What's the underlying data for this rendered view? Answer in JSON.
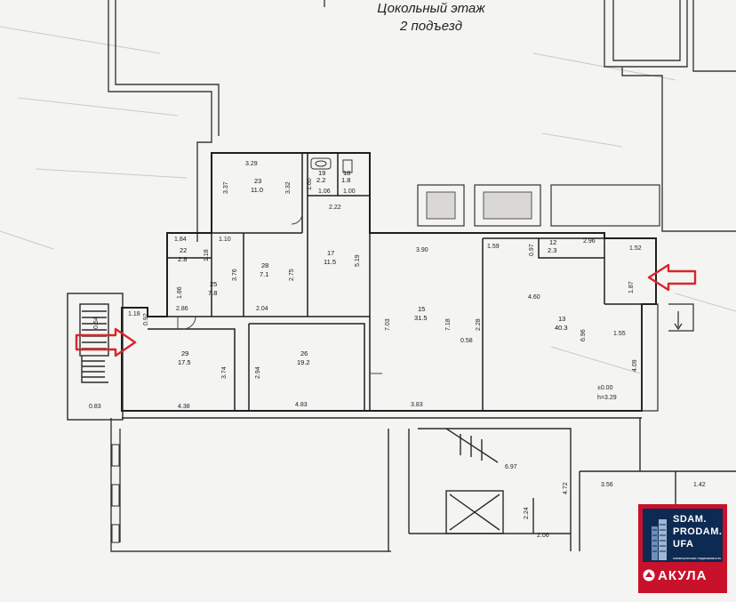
{
  "header": {
    "floor_title": "Цокольный этаж",
    "entrance": "2 подъезд"
  },
  "rooms": [
    {
      "num": "23",
      "area": "11.0"
    },
    {
      "num": "19",
      "area": "2.2"
    },
    {
      "num": "18",
      "area": "1.8"
    },
    {
      "num": "22",
      "area": "2.8"
    },
    {
      "num": "25",
      "area": "7.8"
    },
    {
      "num": "28",
      "area": "7.1"
    },
    {
      "num": "17",
      "area": "11.5"
    },
    {
      "num": "15",
      "area": "31.5"
    },
    {
      "num": "12",
      "area": "2.3"
    },
    {
      "num": "13",
      "area": "40.3"
    },
    {
      "num": "29",
      "area": "17.5"
    },
    {
      "num": "26",
      "area": "19.2"
    }
  ],
  "dimensions": [
    "3.29",
    "3.37",
    "3.32",
    "1.60",
    "1.06",
    "1.00",
    "2.22",
    "1.84",
    "1.10",
    "1.18",
    "3.76",
    "2.75",
    "5.19",
    "1.86",
    "2.86",
    "2.04",
    "3.90",
    "1.59",
    "0.97",
    "2.96",
    "1.52",
    "1.87",
    "1.18",
    "0.92",
    "7.03",
    "7.18",
    "2.28",
    "0.58",
    "4.60",
    "6.96",
    "1.55",
    "4.09",
    "3.74",
    "2.94",
    "4.38",
    "4.83",
    "3.83",
    "6.97",
    "4.72",
    "2.24",
    "2.06",
    "3.56",
    "1.42",
    "0.83",
    "0.64"
  ],
  "level_marks": [
    "±0.00",
    "h=3.29"
  ],
  "logo": {
    "line1": "SDAM.",
    "line2": "PRODAM.",
    "line3": "UFA",
    "tagline": "коммерческая недвижимость",
    "brand": "АКУЛА"
  },
  "colors": {
    "arrow": "#d9262b",
    "logo_red": "#c8122b",
    "logo_navy": "#0c2a52",
    "walls": "#2a2a2a"
  }
}
